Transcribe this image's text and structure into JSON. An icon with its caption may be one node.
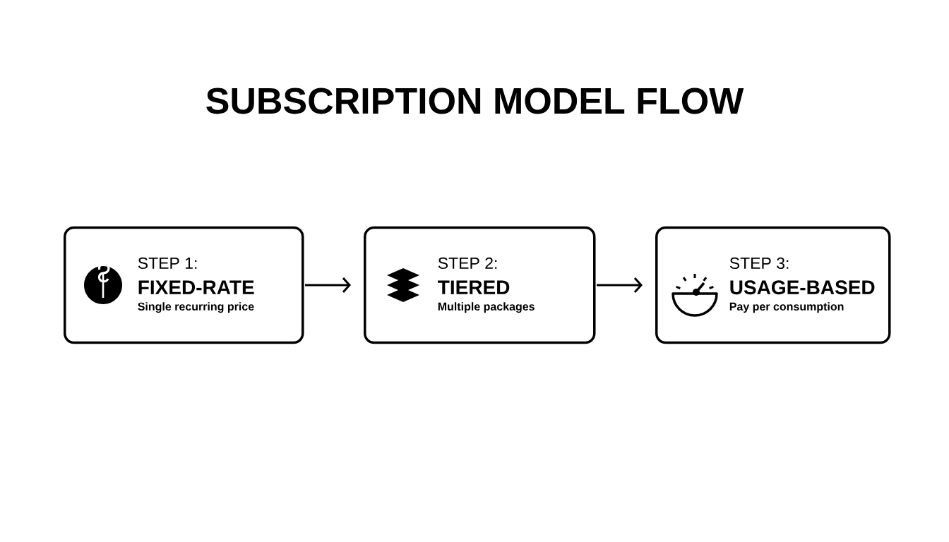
{
  "diagram": {
    "title": "SUBSCRIPTION MODEL FLOW",
    "nodes": [
      {
        "text": [
          "STEP 1:",
          "FIXED-RATE",
          "Single recurring price"
        ]
      },
      {
        "text": [
          "STEP 2:",
          "TIERED",
          "Multiple packages"
        ]
      },
      {
        "text": [
          "STEP 3:",
          "USAGE-BASED",
          "Pay per consumption"
        ]
      }
    ],
    "edges": [
      {
        "from": 0,
        "to": 1,
        "arrow": "to"
      },
      {
        "from": 1,
        "to": 2,
        "arrow": "to"
      }
    ]
  }
}
